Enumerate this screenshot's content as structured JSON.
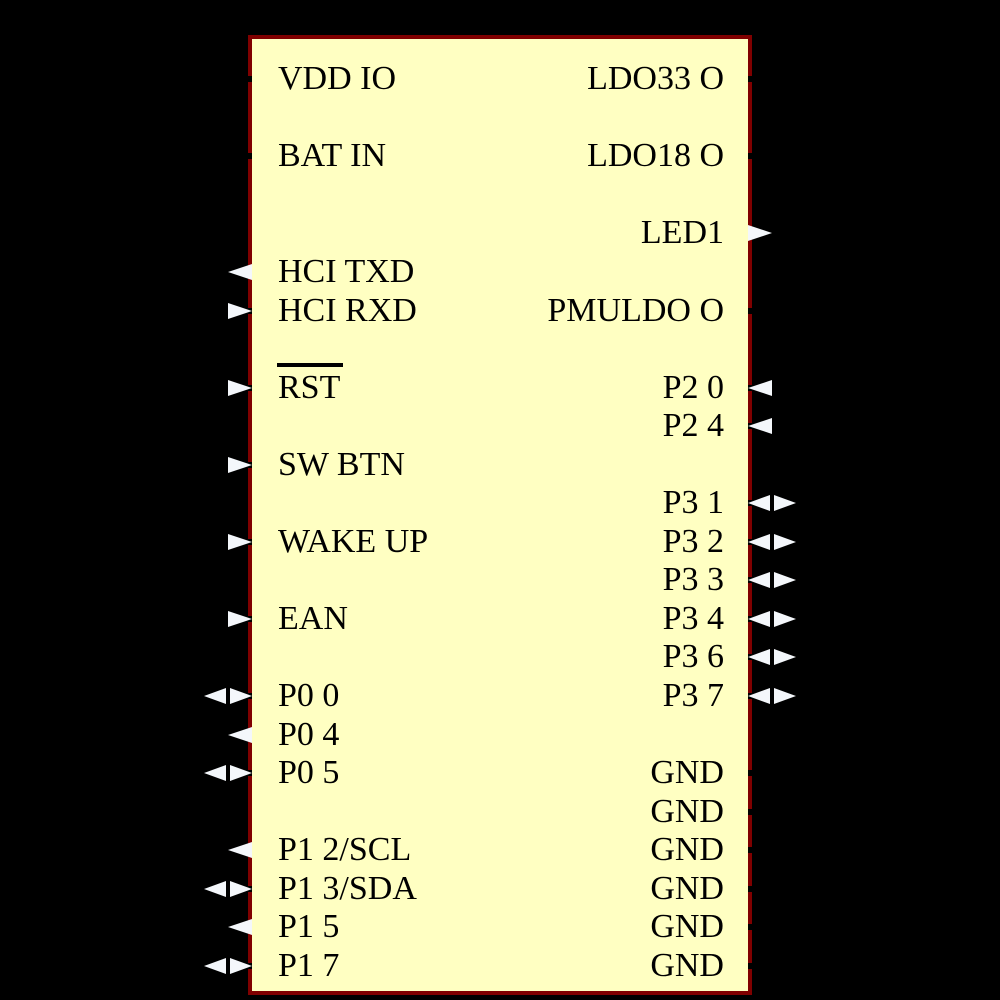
{
  "component": {
    "colors": {
      "background": "#000000",
      "body_fill": "#FFFFC2",
      "body_border": "#800000",
      "pin_arrow": "#F4F7FB",
      "text": "#000000"
    },
    "left_pins": [
      {
        "label": "VDD IO",
        "row": 0,
        "dir": "none"
      },
      {
        "label": "BAT IN",
        "row": 2,
        "dir": "none"
      },
      {
        "label": "HCI TXD",
        "row": 5,
        "dir": "out"
      },
      {
        "label": "HCI RXD",
        "row": 6,
        "dir": "in"
      },
      {
        "label": "RST",
        "row": 8,
        "dir": "in",
        "overline": true
      },
      {
        "label": "SW BTN",
        "row": 10,
        "dir": "in"
      },
      {
        "label": "WAKE UP",
        "row": 12,
        "dir": "in"
      },
      {
        "label": "EAN",
        "row": 14,
        "dir": "in"
      },
      {
        "label": "P0 0",
        "row": 16,
        "dir": "bidi"
      },
      {
        "label": "P0 4",
        "row": 17,
        "dir": "out"
      },
      {
        "label": "P0 5",
        "row": 18,
        "dir": "bidi"
      },
      {
        "label": "P1 2/SCL",
        "row": 20,
        "dir": "out"
      },
      {
        "label": "P1 3/SDA",
        "row": 21,
        "dir": "bidi"
      },
      {
        "label": "P1 5",
        "row": 22,
        "dir": "out"
      },
      {
        "label": "P1 7",
        "row": 23,
        "dir": "bidi"
      }
    ],
    "right_pins": [
      {
        "label": "LDO33 O",
        "row": 0,
        "dir": "none"
      },
      {
        "label": "LDO18 O",
        "row": 2,
        "dir": "none"
      },
      {
        "label": "LED1",
        "row": 4,
        "dir": "out"
      },
      {
        "label": "PMULDO O",
        "row": 6,
        "dir": "none"
      },
      {
        "label": "P2 0",
        "row": 8,
        "dir": "in"
      },
      {
        "label": "P2 4",
        "row": 9,
        "dir": "in"
      },
      {
        "label": "P3 1",
        "row": 11,
        "dir": "bidi"
      },
      {
        "label": "P3 2",
        "row": 12,
        "dir": "bidi"
      },
      {
        "label": "P3 3",
        "row": 13,
        "dir": "bidi"
      },
      {
        "label": "P3 4",
        "row": 14,
        "dir": "bidi"
      },
      {
        "label": "P3 6",
        "row": 15,
        "dir": "bidi"
      },
      {
        "label": "P3 7",
        "row": 16,
        "dir": "bidi"
      },
      {
        "label": "GND",
        "row": 18,
        "dir": "none"
      },
      {
        "label": "GND",
        "row": 19,
        "dir": "none"
      },
      {
        "label": "GND",
        "row": 20,
        "dir": "none"
      },
      {
        "label": "GND",
        "row": 21,
        "dir": "none"
      },
      {
        "label": "GND",
        "row": 22,
        "dir": "none"
      },
      {
        "label": "GND",
        "row": 23,
        "dir": "none"
      }
    ]
  }
}
